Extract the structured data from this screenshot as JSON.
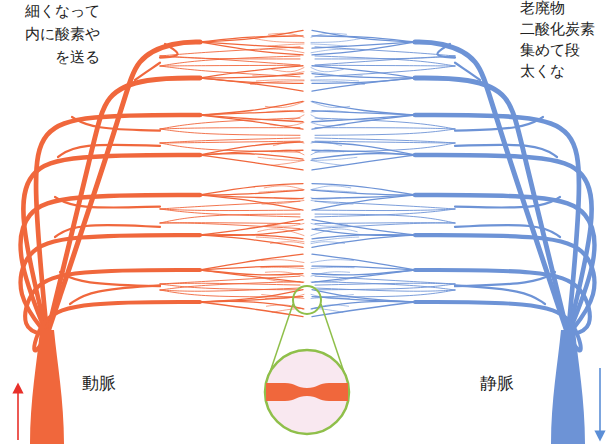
{
  "diagram": {
    "labels": [
      "細くなって 内に酸素や を送る",
      "老廃物 二酸化炭素 集めて段 太くな",
      "動脈",
      "静脈"
    ]
  }
}
